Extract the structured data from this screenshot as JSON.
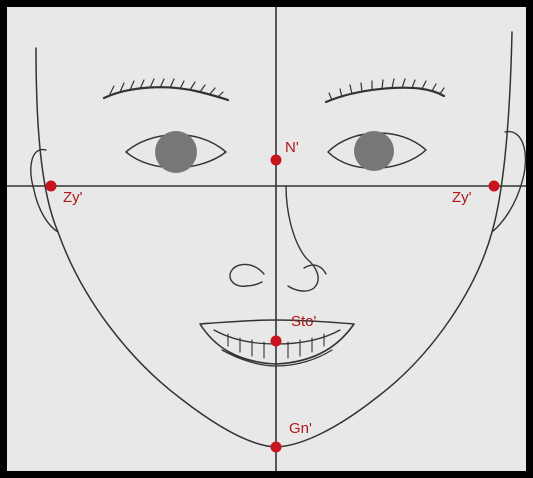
{
  "landmarks": {
    "nasion": "N'",
    "zygion_right": "Zy'",
    "zygion_left": "Zy'",
    "stomion": "Sto'",
    "gnathion": "Gn'"
  },
  "colors": {
    "background": "#e8e8e8",
    "frame": "#000000",
    "reference_lines": "#333333",
    "landmark_points": "#c8141e",
    "landmark_labels": "#b01818",
    "iris": "#777777"
  }
}
